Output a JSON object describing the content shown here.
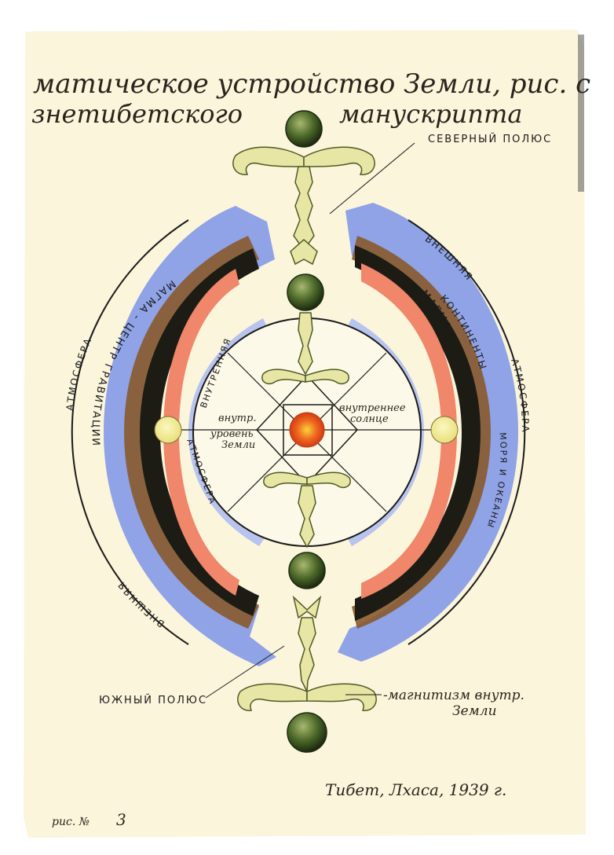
{
  "title": {
    "line1": "матическое устройство Земли, рис. с",
    "line2_left": "знетибетского",
    "line2_right": "манускрипта"
  },
  "labels": {
    "north_pole": "СЕВЕРНЫЙ ПОЛЮС",
    "south_pole": "ЮЖНЫЙ ПОЛЮС",
    "outer_atmosphere_left_a": "АТМОСФЕРА",
    "outer_atmosphere_left_b": "ВНЕШНЯЯ",
    "outer_atmosphere_right_a": "ВНЕШНЯЯ",
    "outer_atmosphere_right_b": "АТМОСФЕРА",
    "inner_label_a": "ВНУТРЕННЯЯ",
    "inner_label_b": "АТМОСФЕРА",
    "magma_left": "МАГМА - ЦЕНТР ГРАВИТАЦИИ",
    "magma_right": "МАГМА",
    "continents": "КОНТИНЕНТЫ",
    "seas_oceans": "МОРЯ И ОКЕАНЫ",
    "inner_level_1": "внутр.",
    "inner_level_2": "уровень",
    "inner_level_3": "Земли",
    "inner_sun_1": "внутреннее",
    "inner_sun_2": "солнце",
    "magnetism_1": "-магнитизм внутр.",
    "magnetism_2": "Земли"
  },
  "footer": {
    "place_date": "Тибет, Лхаса, 1939 г.",
    "fig_prefix": "рис. №",
    "fig_number": "3"
  },
  "colors": {
    "paper": "#fbf5dc",
    "ocean": "#8fa3e6",
    "magma": "#f0866a",
    "crust": "#1c1c14",
    "earth_brown": "#8a5a2c",
    "pole_globe": "#4c6b2c",
    "ornament": "#e7e6a4",
    "sun_core": "#e84a1c",
    "sun_glow": "#f3c83e",
    "moon": "#f3efa0"
  }
}
